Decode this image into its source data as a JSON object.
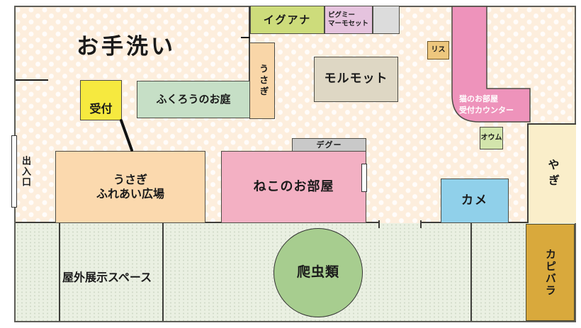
{
  "map": {
    "labels": {
      "restroom": "お手洗い",
      "entrance_exit": "出入口",
      "reception": "受付",
      "owl_garden": "ふくろうのお庭",
      "iguana": "イグアナ",
      "pygmy_marmoset": {
        "line1": "ピグミー",
        "line2": "マーモセット"
      },
      "rabbit": "うさぎ",
      "guinea_pig": "モルモット",
      "squirrel": "リス",
      "cat_counter": {
        "line1": "猫のお部屋",
        "line2": "受付カウンター"
      },
      "parrot": "オウム",
      "degu": "デグー",
      "rabbit_plaza": {
        "line1": "うさぎ",
        "line2": "ふれあい広場"
      },
      "cat_room": "ねこのお部屋",
      "turtle": "カメ",
      "goat": "やぎ",
      "outdoor_exhibit": "屋外展示スペース",
      "reptiles": "爬虫類",
      "capybara": "カピバラ"
    },
    "colors": {
      "floor_peach": "#fdeedd",
      "outdoor_green": "#eaf0e2",
      "reception_yellow": "#f6e93f",
      "owl_garden_green": "#c6dfc6",
      "iguana_green": "#cddc7b",
      "pygmy_pink": "#e5c3de",
      "storage_gray": "#dcdcdc",
      "rabbit_orange": "#f9d6a8",
      "guinea_tan": "#ded7c4",
      "squirrel_tan": "#eec77e",
      "counter_pink": "#ee93bb",
      "parrot_green": "#d3e5ac",
      "degu_gray": "#c9c9c9",
      "plaza_orange": "#fbd9ae",
      "cat_room_pink": "#f3b0c3",
      "turtle_blue": "#90d0ea",
      "goat_cream": "#faeeca",
      "reptile_green": "#a7cd8f",
      "capybara_gold": "#d9a93c"
    }
  }
}
